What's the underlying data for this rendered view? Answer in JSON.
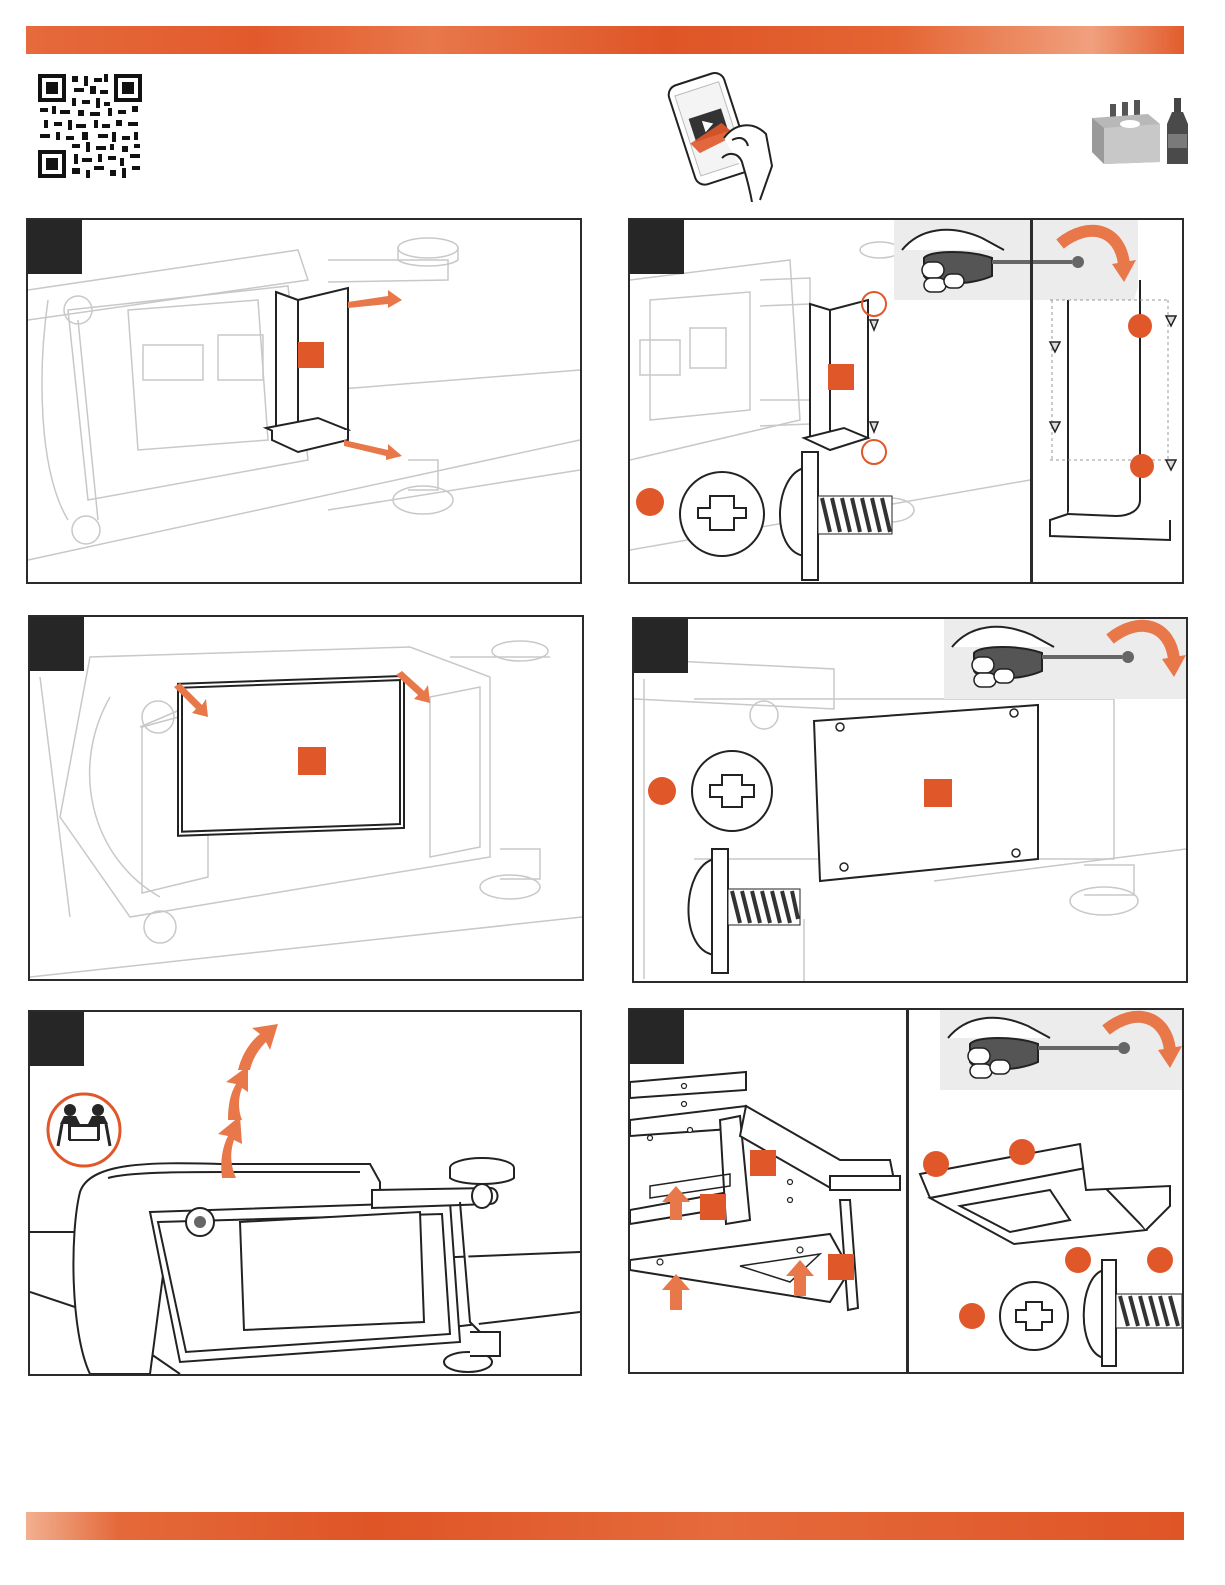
{
  "document": {
    "type": "assembly-instructions",
    "accent_color": "#e0572a",
    "ink_color": "#262626"
  },
  "header": {
    "qr_icon": "qr-code-icon",
    "phone_icon": "phone-video-icon",
    "beverage_icon": "six-pack-and-bottle-icon"
  },
  "steps": [
    {
      "id": "step-1",
      "illustration": "insert-side-bracket",
      "icon": "arrow-insert-icon"
    },
    {
      "id": "step-2",
      "illustration": "screw-side-bracket",
      "icon": "screwdriver-icon"
    },
    {
      "id": "step-3",
      "illustration": "slide-in-panel",
      "icon": "arrow-slide-icon"
    },
    {
      "id": "step-4",
      "illustration": "screw-panel",
      "icon": "screwdriver-icon"
    },
    {
      "id": "step-5",
      "illustration": "two-person-lift",
      "icon": "two-person-lift-icon"
    },
    {
      "id": "step-6",
      "illustration": "attach-frame-brackets",
      "icon": "screwdriver-icon"
    }
  ]
}
